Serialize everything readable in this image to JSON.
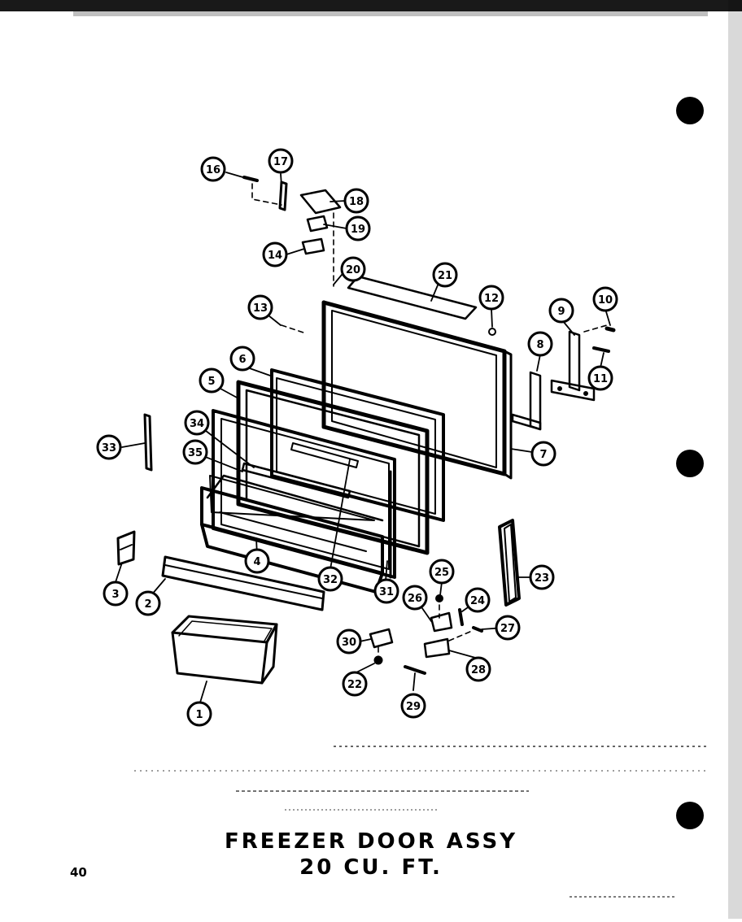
{
  "title": {
    "line1": "FREEZER DOOR ASSY",
    "line2": "20 CU. FT."
  },
  "page_number": "40",
  "callouts": [
    "1",
    "2",
    "3",
    "4",
    "5",
    "6",
    "7",
    "8",
    "9",
    "10",
    "11",
    "12",
    "13",
    "14",
    "16",
    "17",
    "18",
    "19",
    "20",
    "21",
    "22",
    "23",
    "24",
    "25",
    "26",
    "27",
    "28",
    "29",
    "30",
    "31",
    "32",
    "33",
    "34",
    "35"
  ],
  "colors": {
    "ink": "#000000",
    "paper": "#ffffff"
  }
}
